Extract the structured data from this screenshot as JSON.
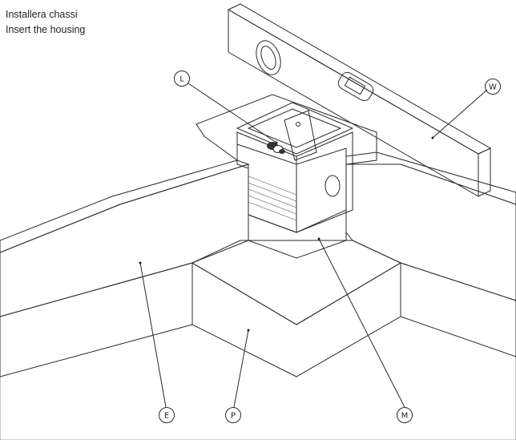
{
  "captions": [
    "Installera chassi",
    "Insert the housing"
  ],
  "callouts": {
    "L": "L",
    "W": "W",
    "E": "E",
    "P": "P",
    "M": "M"
  },
  "colors": {
    "line": "#2a2a2a",
    "sand": "#f3f1ee",
    "insulation": "#ffffff",
    "ground_hatch": "#9a9a9a"
  }
}
